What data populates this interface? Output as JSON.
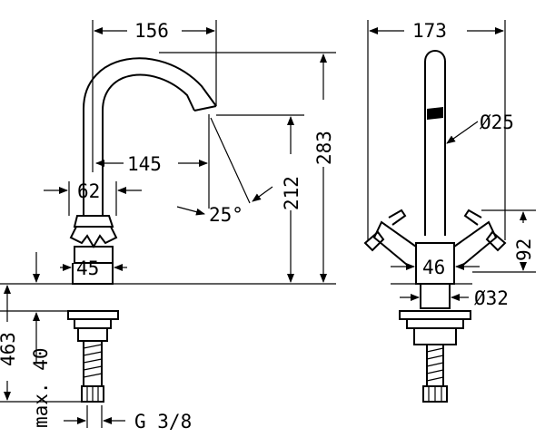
{
  "dimensions": {
    "spout_reach": "156",
    "spout_to_axis": "145",
    "handle_width": "62",
    "angle": "25°",
    "spout_height": "212",
    "total_height": "283",
    "base_diameter": "45",
    "counter_depth": "463",
    "max_thickness": "max. 40",
    "thread": "G 3/8",
    "side_width": "173",
    "spout_diameter": "Ø25",
    "handle_height": "92",
    "side_body": "46",
    "side_base_diameter": "Ø32"
  }
}
